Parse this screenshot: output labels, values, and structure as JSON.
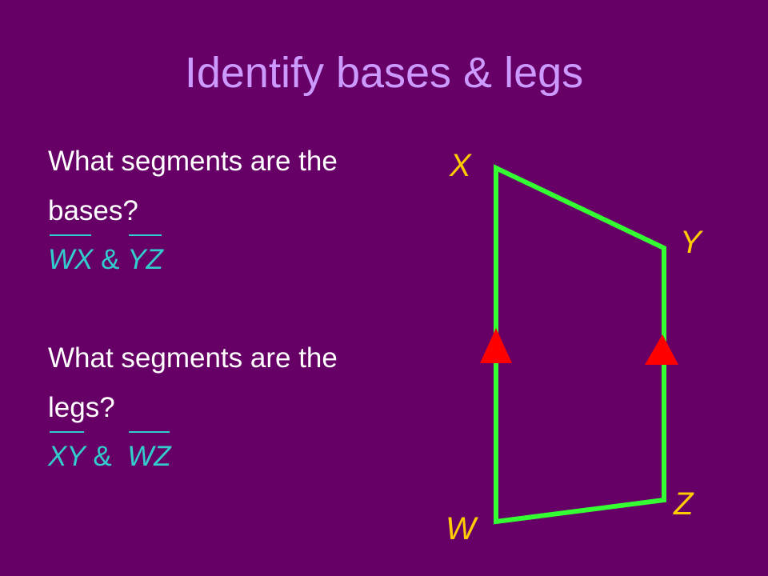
{
  "slide": {
    "title": "Identify bases & legs"
  },
  "questions": [
    {
      "line1": "What segments are the",
      "line2": "bases?",
      "answer": {
        "seg1": "WX",
        "conj": " & ",
        "seg2": "YZ"
      }
    },
    {
      "line1": "What segments are the",
      "line2": "legs?",
      "answer": {
        "seg1": "XY",
        "conj": " &  ",
        "seg2": "WZ"
      }
    }
  ],
  "figure": {
    "vertices": {
      "x": "X",
      "y": "Y",
      "z": "Z",
      "w": "W"
    },
    "colors": {
      "edge": "#33ff33",
      "parallel_marker": "#ff0000",
      "vertex_label": "#ffcc00"
    }
  },
  "colors": {
    "background": "#660066",
    "title": "#cc99ff",
    "text": "#ffffff",
    "answer": "#33cccc"
  }
}
